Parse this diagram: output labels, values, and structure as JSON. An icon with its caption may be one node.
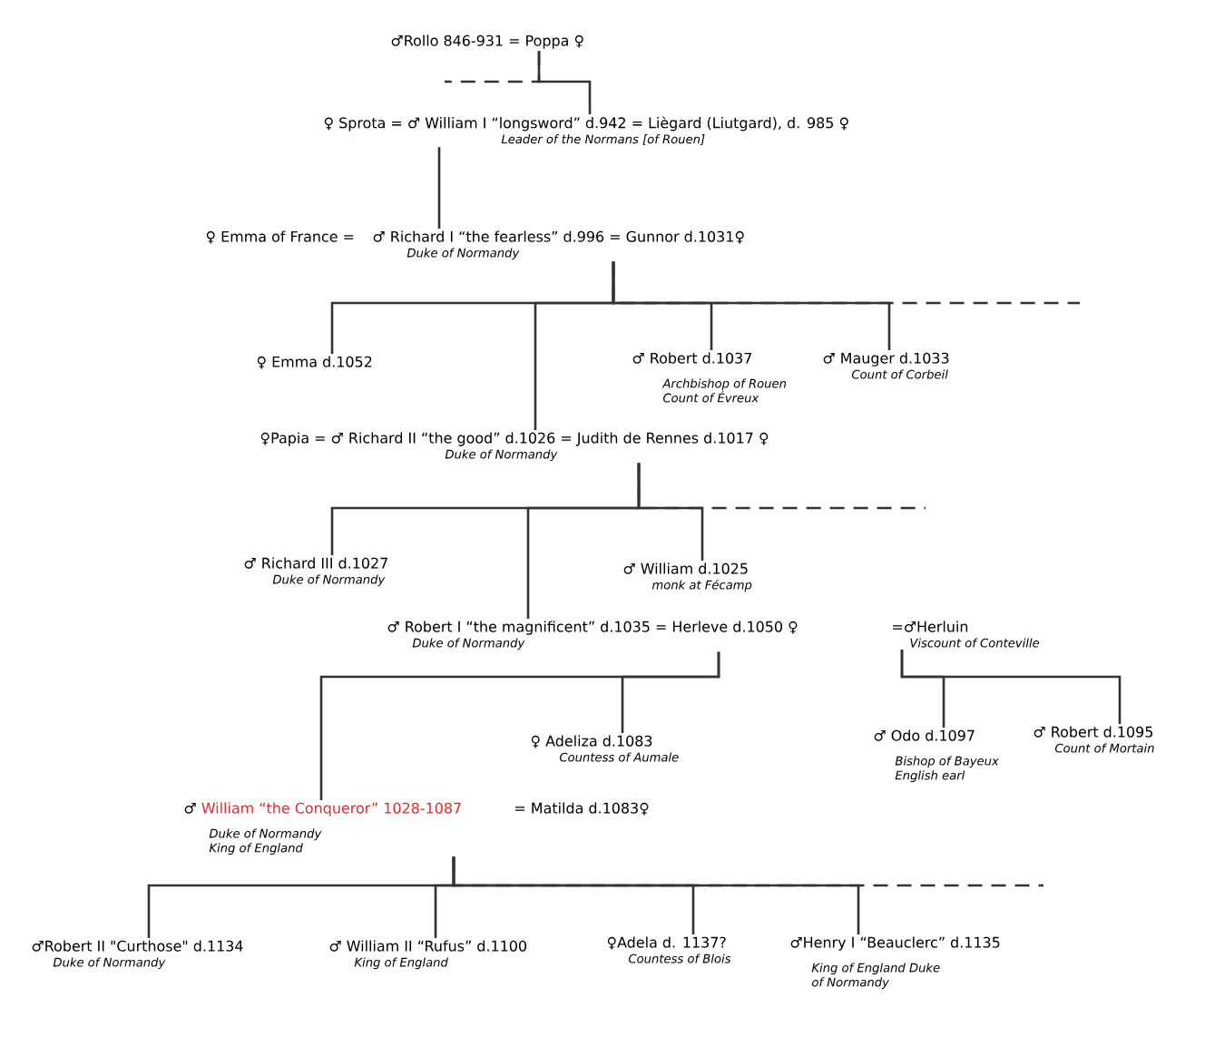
{
  "diagram": {
    "nodes": [
      {
        "text": [
          "♂Rollo 846-931 = Poppa ♀"
        ]
      },
      {
        "text": [
          "♀ Sprota = ♂ William I “longsword” d.942 = Liègard (Liutgard), d. 985 ♀",
          "Leader of the Normans [of Rouen]"
        ]
      },
      {
        "text": [
          "♀ Emma of France ="
        ]
      },
      {
        "text": [
          "♂ Richard I “the fearless” d.996 = Gunnor d.1031♀",
          "Duke of Normandy"
        ]
      },
      {
        "text": [
          "♀ Emma d.1052"
        ]
      },
      {
        "text": [
          "♂ Robert  d.1037",
          "Archbishop of Rouen Count of Évreux"
        ]
      },
      {
        "text": [
          "♂ Mauger d.1033",
          "Count of Corbeil"
        ]
      },
      {
        "text": [
          "♀Papia = ♂ Richard II  “the good”  d.1026 = Judith de Rennes d.1017 ♀",
          "Duke of Normandy"
        ]
      },
      {
        "text": [
          "♂ Richard III  d.1027",
          "Duke of Normandy"
        ]
      },
      {
        "text": [
          "♂ William d.1025",
          "monk at Fécamp"
        ]
      },
      {
        "text": [
          "♂ Robert I “the magnificent” d.1035 = Herleve d.1050 ♀",
          "Duke of Normandy"
        ]
      },
      {
        "text": [
          "=♂Herluin",
          "Viscount of Conteville"
        ]
      },
      {
        "text": [
          "♀ Adeliza d.1083",
          "Countess of Aumale"
        ]
      },
      {
        "text": [
          "♂ Odo  d.1097",
          "Bishop of Bayeux English earl"
        ]
      },
      {
        "text": [
          "♂ Robert d.1095",
          "Count of Mortain"
        ]
      },
      {
        "text": [
          "♂",
          "William “the Conqueror” 1028-1087",
          "Duke of Normandy King of England"
        ]
      },
      {
        "text": [
          "= Matilda d.1083♀"
        ]
      },
      {
        "text": [
          "♂Robert II \"Curthose\" d.1134",
          "Duke of Normandy"
        ]
      },
      {
        "text": [
          "♂ William II “Rufus” d.1100",
          "King of England"
        ]
      },
      {
        "text": [
          "♀Adela d. 1137?",
          "Countess of Blois"
        ]
      },
      {
        "text": [
          "♂Henry I “Beauclerc” d.1135",
          "King of England Duke of Normandy"
        ]
      }
    ],
    "edges": [
      {
        "from": 0,
        "to": 1,
        "arrow": "none"
      },
      {
        "from": 0,
        "to": null,
        "arrow": "none",
        "style": "dashed"
      },
      {
        "from": 1,
        "to": 3,
        "arrow": "none"
      },
      {
        "from": 3,
        "to": 4,
        "arrow": "none"
      },
      {
        "from": 3,
        "to": 7,
        "arrow": "none"
      },
      {
        "from": 3,
        "to": 5,
        "arrow": "none"
      },
      {
        "from": 3,
        "to": 6,
        "arrow": "none"
      },
      {
        "from": 3,
        "to": null,
        "arrow": "none",
        "style": "dashed"
      },
      {
        "from": 7,
        "to": 8,
        "arrow": "none"
      },
      {
        "from": 7,
        "to": 10,
        "arrow": "none"
      },
      {
        "from": 7,
        "to": 9,
        "arrow": "none"
      },
      {
        "from": 7,
        "to": null,
        "arrow": "none",
        "style": "dashed"
      },
      {
        "from": 10,
        "to": 15,
        "arrow": "none"
      },
      {
        "from": 10,
        "to": 12,
        "arrow": "none"
      },
      {
        "from": 11,
        "to": 13,
        "arrow": "none"
      },
      {
        "from": 11,
        "to": 14,
        "arrow": "none"
      },
      {
        "from": 15,
        "to": 17,
        "arrow": "none"
      },
      {
        "from": 15,
        "to": 18,
        "arrow": "none"
      },
      {
        "from": 15,
        "to": 19,
        "arrow": "none"
      },
      {
        "from": 15,
        "to": 20,
        "arrow": "none"
      },
      {
        "from": 15,
        "to": null,
        "arrow": "none",
        "style": "dashed"
      }
    ]
  }
}
